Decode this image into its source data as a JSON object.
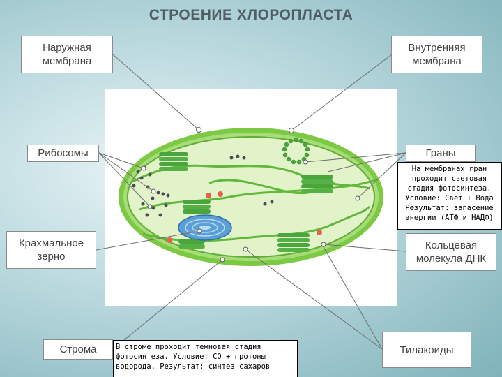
{
  "title": "СТРОЕНИЕ ХЛОРОПЛАСТА",
  "labels": {
    "outer_membrane": [
      "Наружная",
      "мембрана"
    ],
    "inner_membrane": [
      "Внутренняя",
      "мембрана"
    ],
    "ribosomes": "Рибосомы",
    "grana": "Граны",
    "starch_grain": [
      "Крахмальное",
      "зерно"
    ],
    "circular_dna": [
      "Кольцевая",
      "молекула ДНК"
    ],
    "stroma": "Строма",
    "thylakoids": "Тилакоиды"
  },
  "notes": {
    "grana_note": [
      "На мембранах гран",
      "проходит световая",
      "стадия фотосинтеза.",
      "Условие: Свет + Вода",
      "Результат: запасение",
      "энергии (АТФ и НАДФ)"
    ],
    "stroma_note": [
      "В строме проходит темновая стадия",
      "фотосинтеза. Условие: СО   + протоны",
      "водорода. Результат: синтез сахаров"
    ]
  },
  "colors": {
    "membrane": "#7cc943",
    "stroma": "#e2f3c9",
    "granum": "#4aa63c",
    "starch": "#5a9fd6",
    "ribosome": "#4a4a5a",
    "droplet": "#e8604a"
  }
}
